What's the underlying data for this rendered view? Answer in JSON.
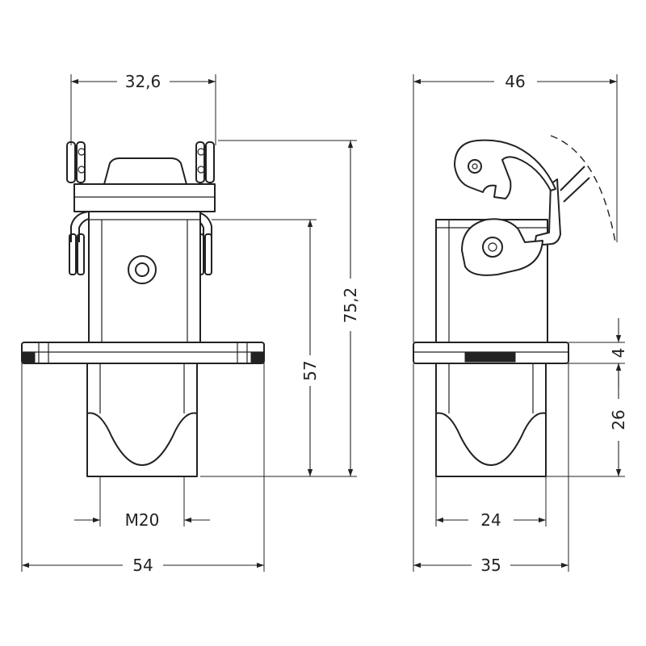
{
  "dimensions": {
    "front_top_width": "32,6",
    "front_height_total": "75,2",
    "front_height_body": "57",
    "front_thread": "M20",
    "front_flange_width": "54",
    "side_top_width": "46",
    "side_flange_thickness": "4",
    "side_lower_height": "26",
    "side_lower_width": "24",
    "side_flange_width": "35"
  },
  "colors": {
    "line": "#222222",
    "background": "#ffffff"
  }
}
